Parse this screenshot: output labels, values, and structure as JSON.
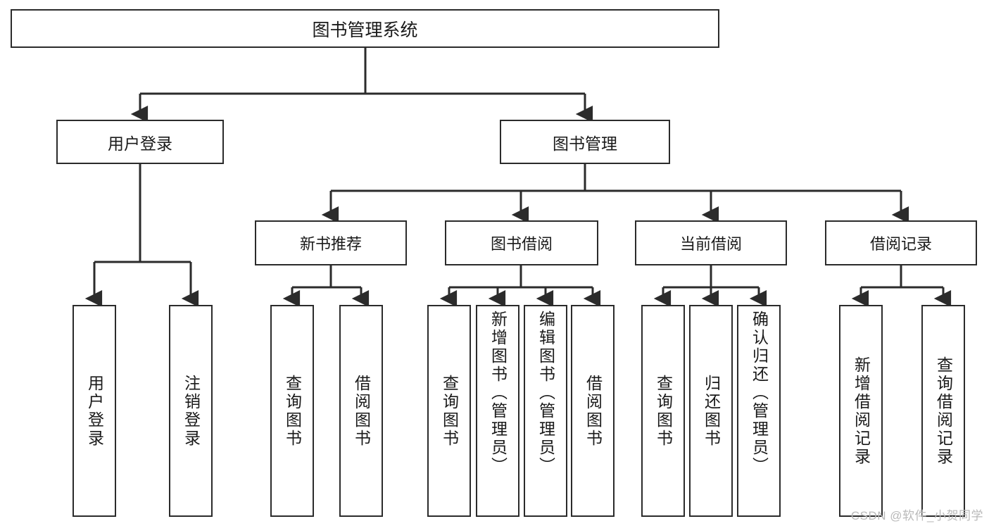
{
  "diagram": {
    "title": "图书管理系统",
    "watermark": "CSDN @软件_小贺同学",
    "root": {
      "label": "图书管理系统"
    },
    "level1": [
      {
        "label": "用户登录"
      },
      {
        "label": "图书管理"
      }
    ],
    "level2": [
      {
        "label": "新书推荐"
      },
      {
        "label": "图书借阅"
      },
      {
        "label": "当前借阅"
      },
      {
        "label": "借阅记录"
      }
    ],
    "leaves": {
      "user_login": [
        {
          "label": "用户登录"
        },
        {
          "label": "注销登录"
        }
      ],
      "new_book_recommend": [
        {
          "label": "查询图书"
        },
        {
          "label": "借阅图书"
        }
      ],
      "book_borrow": [
        {
          "label": "查询图书"
        },
        {
          "label": "新增图书（管理员）"
        },
        {
          "label": "编辑图书（管理员）"
        },
        {
          "label": "借阅图书"
        }
      ],
      "current_borrow": [
        {
          "label": "查询图书"
        },
        {
          "label": "归还图书"
        },
        {
          "label": "确认归还（管理员）"
        }
      ],
      "borrow_record": [
        {
          "label": "新增借阅记录"
        },
        {
          "label": "查询借阅记录"
        }
      ]
    },
    "colors": {
      "stroke": "#2b2b2b",
      "background": "#ffffff",
      "text": "#1a1a1a",
      "watermark": "#b9b9b9"
    }
  }
}
